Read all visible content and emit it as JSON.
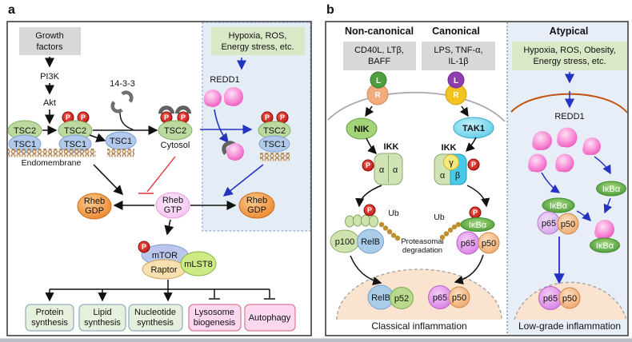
{
  "figure": {
    "type": "signaling-pathway-diagram",
    "colors": {
      "blue_arrow": "#2433c0",
      "red_inhibition": "#e03030",
      "panel_border": "#3f3f3f",
      "blue_region_bg": "#e4edf6",
      "stimulus_green_box": "#d9e8c6",
      "gray_box": "#d8d8d8",
      "nucleus_fill": "#fae3cf",
      "redd1_pink": "#ea4fb8",
      "membrane_orange": "#c05515",
      "ub_gold": "#bd8f2d"
    }
  },
  "panel_a": {
    "label": "a",
    "growth_factors_l1": "Growth",
    "growth_factors_l2": "factors",
    "pi3k": "PI3K",
    "akt": "Akt",
    "tsc2": "TSC2",
    "tsc1": "TSC1",
    "p": "P",
    "fourteen_three_three": "14-3-3",
    "endomembrane": "Endomembrane",
    "cytosol": "Cytosol",
    "stress_box_l1": "Hypoxia, ROS,",
    "stress_box_l2": "Energy stress, etc.",
    "redd1": "REDD1",
    "rheb": "Rheb",
    "gdp": "GDP",
    "gtp": "GTP",
    "mtor": "mTOR",
    "raptor": "Raptor",
    "mlst8": "mLST8",
    "outputs": [
      {
        "l1": "Protein",
        "l2": "synthesis"
      },
      {
        "l1": "Lipid",
        "l2": "synthesis"
      },
      {
        "l1": "Nucleotide",
        "l2": "synthesis"
      },
      {
        "l1": "Lysosome",
        "l2": "biogenesis"
      },
      {
        "l1": "Autophagy",
        "l2": ""
      }
    ]
  },
  "panel_b": {
    "label": "b",
    "noncanonical_title": "Non-canonical",
    "canonical_title": "Canonical",
    "atypical_title": "Atypical",
    "noncanonical_ligands_l1": "CD40L, LTβ,",
    "noncanonical_ligands_l2": "BAFF",
    "canonical_ligands_l1": "LPS, TNF-α,",
    "canonical_ligands_l2": "IL-1β",
    "atypical_stimuli_l1": "Hypoxia, ROS, Obesity,",
    "atypical_stimuli_l2": "Energy stress, etc.",
    "ligand": "L",
    "receptor": "R",
    "nik": "NIK",
    "tak1": "TAK1",
    "ikk": "IKK",
    "alpha": "α",
    "beta": "β",
    "gamma": "γ",
    "p": "P",
    "ub": "Ub",
    "p100": "p100",
    "relb": "RelB",
    "p52": "p52",
    "p65": "p65",
    "p50": "p50",
    "ikba": "IκBα",
    "proteasomal_l1": "Proteasomal",
    "proteasomal_l2": "degradation",
    "redd1": "REDD1",
    "classical": "Classical inflammation",
    "lowgrade": "Low-grade inflammation"
  }
}
